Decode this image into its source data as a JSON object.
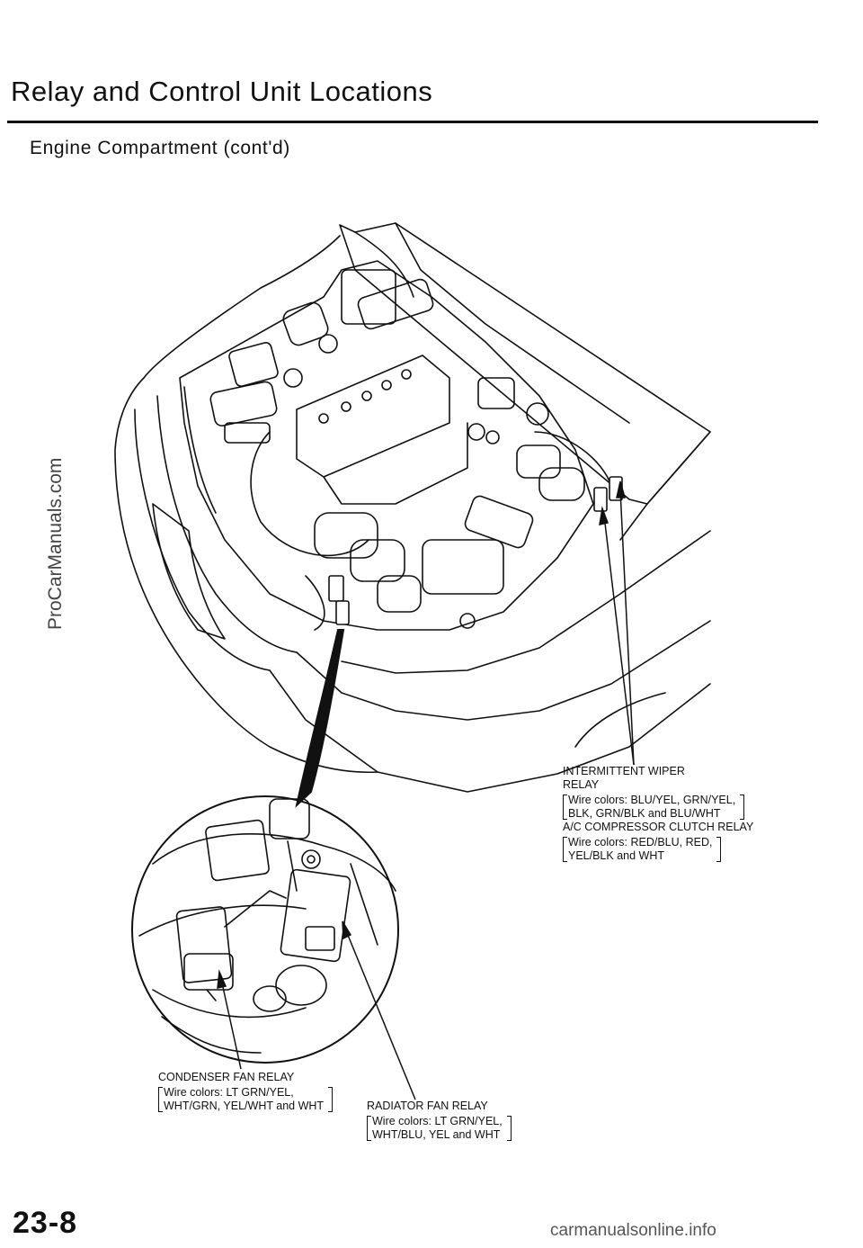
{
  "header": {
    "title": "Relay and Control Unit Locations",
    "subtitle": "Engine Compartment (cont'd)"
  },
  "watermark": "ProCarManuals.com",
  "callouts": {
    "wiper_relay": {
      "label_line1": "INTERMITTENT WIPER",
      "label_line2": "RELAY",
      "wire_line1": "Wire colors: BLU/YEL, GRN/YEL,",
      "wire_line2": "BLK, GRN/BLK and BLU/WHT"
    },
    "ac_relay": {
      "label": "A/C COMPRESSOR CLUTCH RELAY",
      "wire_line1": "Wire colors: RED/BLU, RED,",
      "wire_line2": "YEL/BLK and WHT"
    },
    "condenser_relay": {
      "label": "CONDENSER FAN RELAY",
      "wire_line1": "Wire colors: LT GRN/YEL,",
      "wire_line2": "WHT/GRN, YEL/WHT and WHT"
    },
    "radiator_relay": {
      "label": "RADIATOR FAN RELAY",
      "wire_line1": "Wire colors: LT GRN/YEL,",
      "wire_line2": "WHT/BLU, YEL and WHT"
    }
  },
  "page_number": "23-8",
  "footer": "carmanualsonline.info"
}
